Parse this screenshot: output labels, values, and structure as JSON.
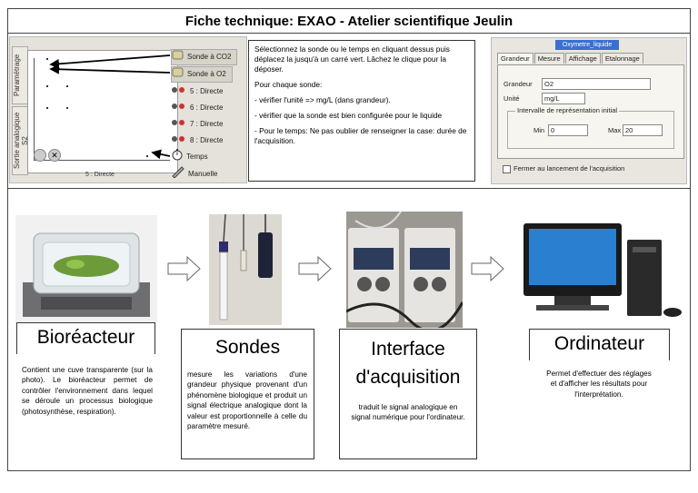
{
  "title": "Fiche technique: EXAO - Atelier scientifique Jeulin",
  "software": {
    "side_tabs": [
      "Paramétrage",
      "Sortie analogique S2"
    ],
    "probes": [
      {
        "label": "Sonde à CO2",
        "icon": "co2-probe-icon",
        "selected": true
      },
      {
        "label": "Sonde à O2",
        "icon": "o2-probe-icon",
        "selected": true
      },
      {
        "label": "5 : Directe",
        "icon": "direct-input-icon"
      },
      {
        "label": "6 : Directe",
        "icon": "direct-input-icon"
      },
      {
        "label": "7 : Directe",
        "icon": "direct-input-icon"
      },
      {
        "label": "8 : Directe",
        "icon": "direct-input-icon"
      },
      {
        "label": "Temps",
        "icon": "stopwatch-icon"
      },
      {
        "label": "Manuelle",
        "icon": "manual-pen-icon"
      }
    ],
    "plot_footer": "5 : Directe"
  },
  "instructions": {
    "intro": "Sélectionnez la sonde ou le temps en cliquant dessus puis déplacez la jusqu'à un carré vert. Lâchez le clique pour la déposer.",
    "heading": "Pour chaque sonde:",
    "items": [
      "- vérifier l'unité => mg/L (dans grandeur).",
      "- vérifier que la sonde est bien configurée pour le liquide",
      "- Pour le temps: Ne pas oublier de renseigner la case: durée de l'acquisition."
    ]
  },
  "settings": {
    "caption": "Oxymetre_liquide",
    "tabs": [
      "Grandeur",
      "Mesure",
      "Affichage",
      "Etalonnage"
    ],
    "grandeur_label": "Grandeur",
    "grandeur_value": "O2",
    "unite_label": "Unité",
    "unite_value": "mg/L",
    "range_label": "Intervalle de représentation initial",
    "min_label": "Min",
    "min_value": "0",
    "max_label": "Max",
    "max_value": "20",
    "close_label": "Fermer au lancement de l'acquisition"
  },
  "cards": [
    {
      "title": "Bioréacteur",
      "text": "Contient une cuve transparente (sur la photo). Le bioréacteur permet de contrôler l'environnement dans lequel se déroule un processus biologique (photosynthèse, respiration)."
    },
    {
      "title": "Sondes",
      "text": "mesure les variations d'une grandeur physique provenant d'un phénomène biologique et produit un signal électrique analogique dont la valeur est proportionnelle à celle du paramètre mesuré."
    },
    {
      "title": "Interface d'acquisition",
      "text": "traduit le signal analogique en signal numérique pour l'ordinateur."
    },
    {
      "title": "Ordinateur",
      "text": "Permet d'effectuer des réglages et d'afficher les résultats pour l'interprétation."
    }
  ],
  "colors": {
    "selection_blue": "#3a6fd2",
    "panel_grey": "#e8e6de",
    "border": "#444444"
  }
}
